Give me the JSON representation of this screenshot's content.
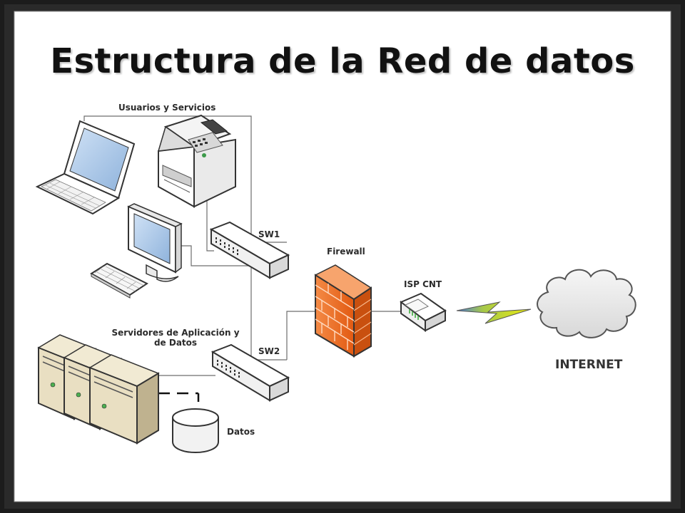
{
  "title": "Estructura de la Red de datos",
  "labels": {
    "users_services": "Usuarios y Servicios",
    "sw1": "SW1",
    "firewall": "Firewall",
    "isp": "ISP CNT",
    "servers_line1": "Servidores de Aplicación y",
    "servers_line2": "de Datos",
    "sw2": "SW2",
    "datos": "Datos",
    "internet": "INTERNET"
  },
  "colors": {
    "frame": "#1c1c1c",
    "board": "#ffffff",
    "firewall": "#f26b21",
    "cloud": "#e8e8e8",
    "bolt": "#e6e600",
    "bolt_tail": "#4a7bd8",
    "server": "#e9dfc2"
  }
}
